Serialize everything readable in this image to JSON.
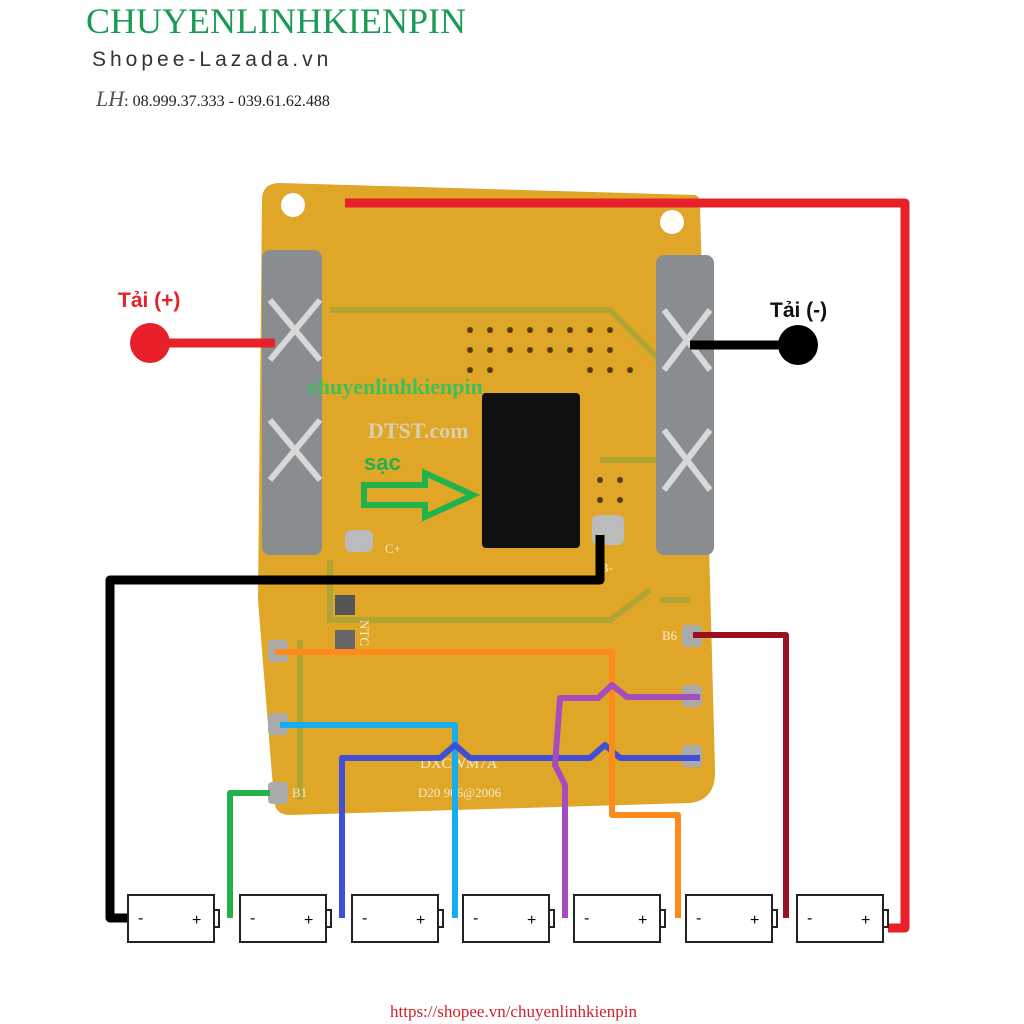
{
  "header": {
    "brand": "CHUYENLINHKIENPIN",
    "subtitle": "Shopee-Lazada.vn",
    "contact_prefix": "LH",
    "phone": ": 08.999.37.333 - 039.61.62.488"
  },
  "labels": {
    "load_plus": "Tải (+)",
    "load_minus": "Tải (-)",
    "charge": "sạc"
  },
  "watermarks": {
    "shop": "chuyenlinhkienpin",
    "site": "DTST.com"
  },
  "board": {
    "c_plus": "C+",
    "b_minus": "B-",
    "ntc": "NTC",
    "b1": "B1",
    "b6": "B6",
    "model": "DXCWM7A",
    "date": "D20 906@2006"
  },
  "battery": {
    "count": 7,
    "neg": "-",
    "pos": "+"
  },
  "footer": {
    "url": "https://shopee.vn/chuyenlinhkienpin"
  },
  "colors": {
    "red": "#e8202a",
    "black": "#000000",
    "green": "#22b24c",
    "blue": "#3f4fd6",
    "cyan": "#14aef0",
    "orange": "#ff8a1c",
    "purple": "#a64dbd",
    "darkred": "#9b1020",
    "board": "#e0a628"
  }
}
